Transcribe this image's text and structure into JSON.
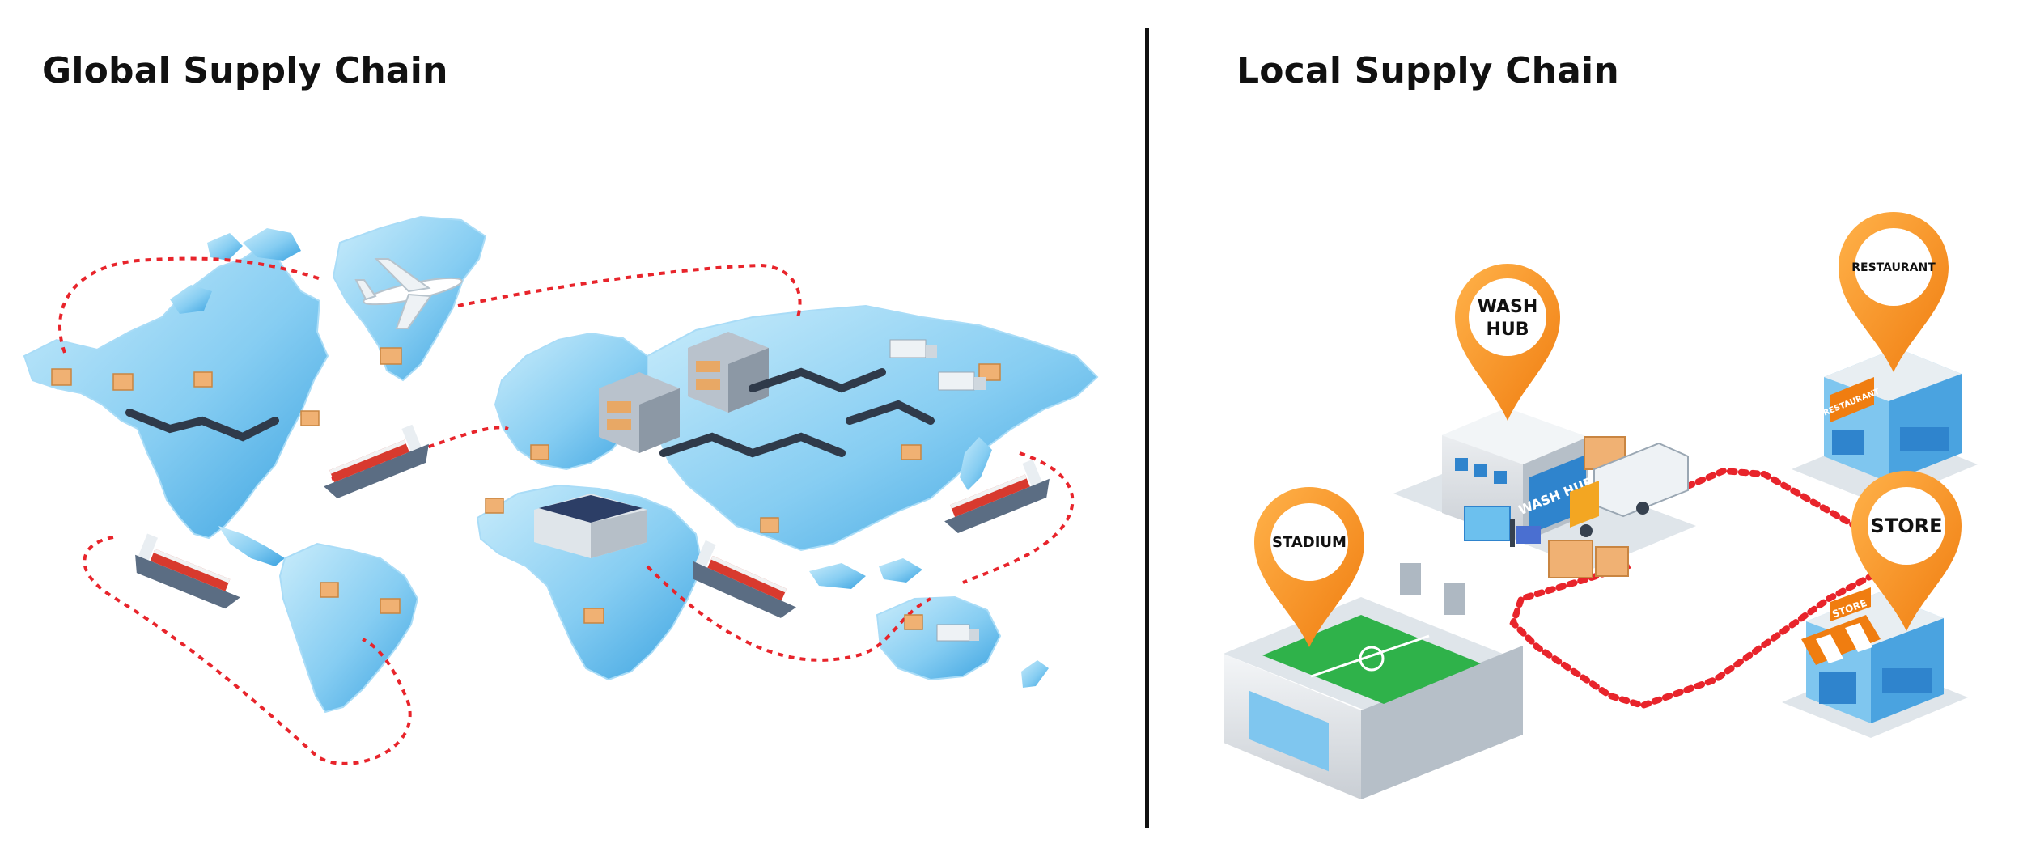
{
  "global": {
    "title": "Global Supply Chain"
  },
  "local": {
    "title": "Local Supply Chain",
    "pins": {
      "wash_hub_line1": "WASH",
      "wash_hub_line2": "HUB",
      "restaurant": "RESTAURANT",
      "stadium": "STADIUM",
      "store": "STORE"
    },
    "signs": {
      "wash_hub": "WASH HUB",
      "restaurant": "RESTAURANT",
      "store": "STORE"
    }
  },
  "colors": {
    "map_blue": "#7cc6f0",
    "route_red": "#e8242b",
    "pin_orange": "#f7921e",
    "field_green": "#2fb24a"
  }
}
